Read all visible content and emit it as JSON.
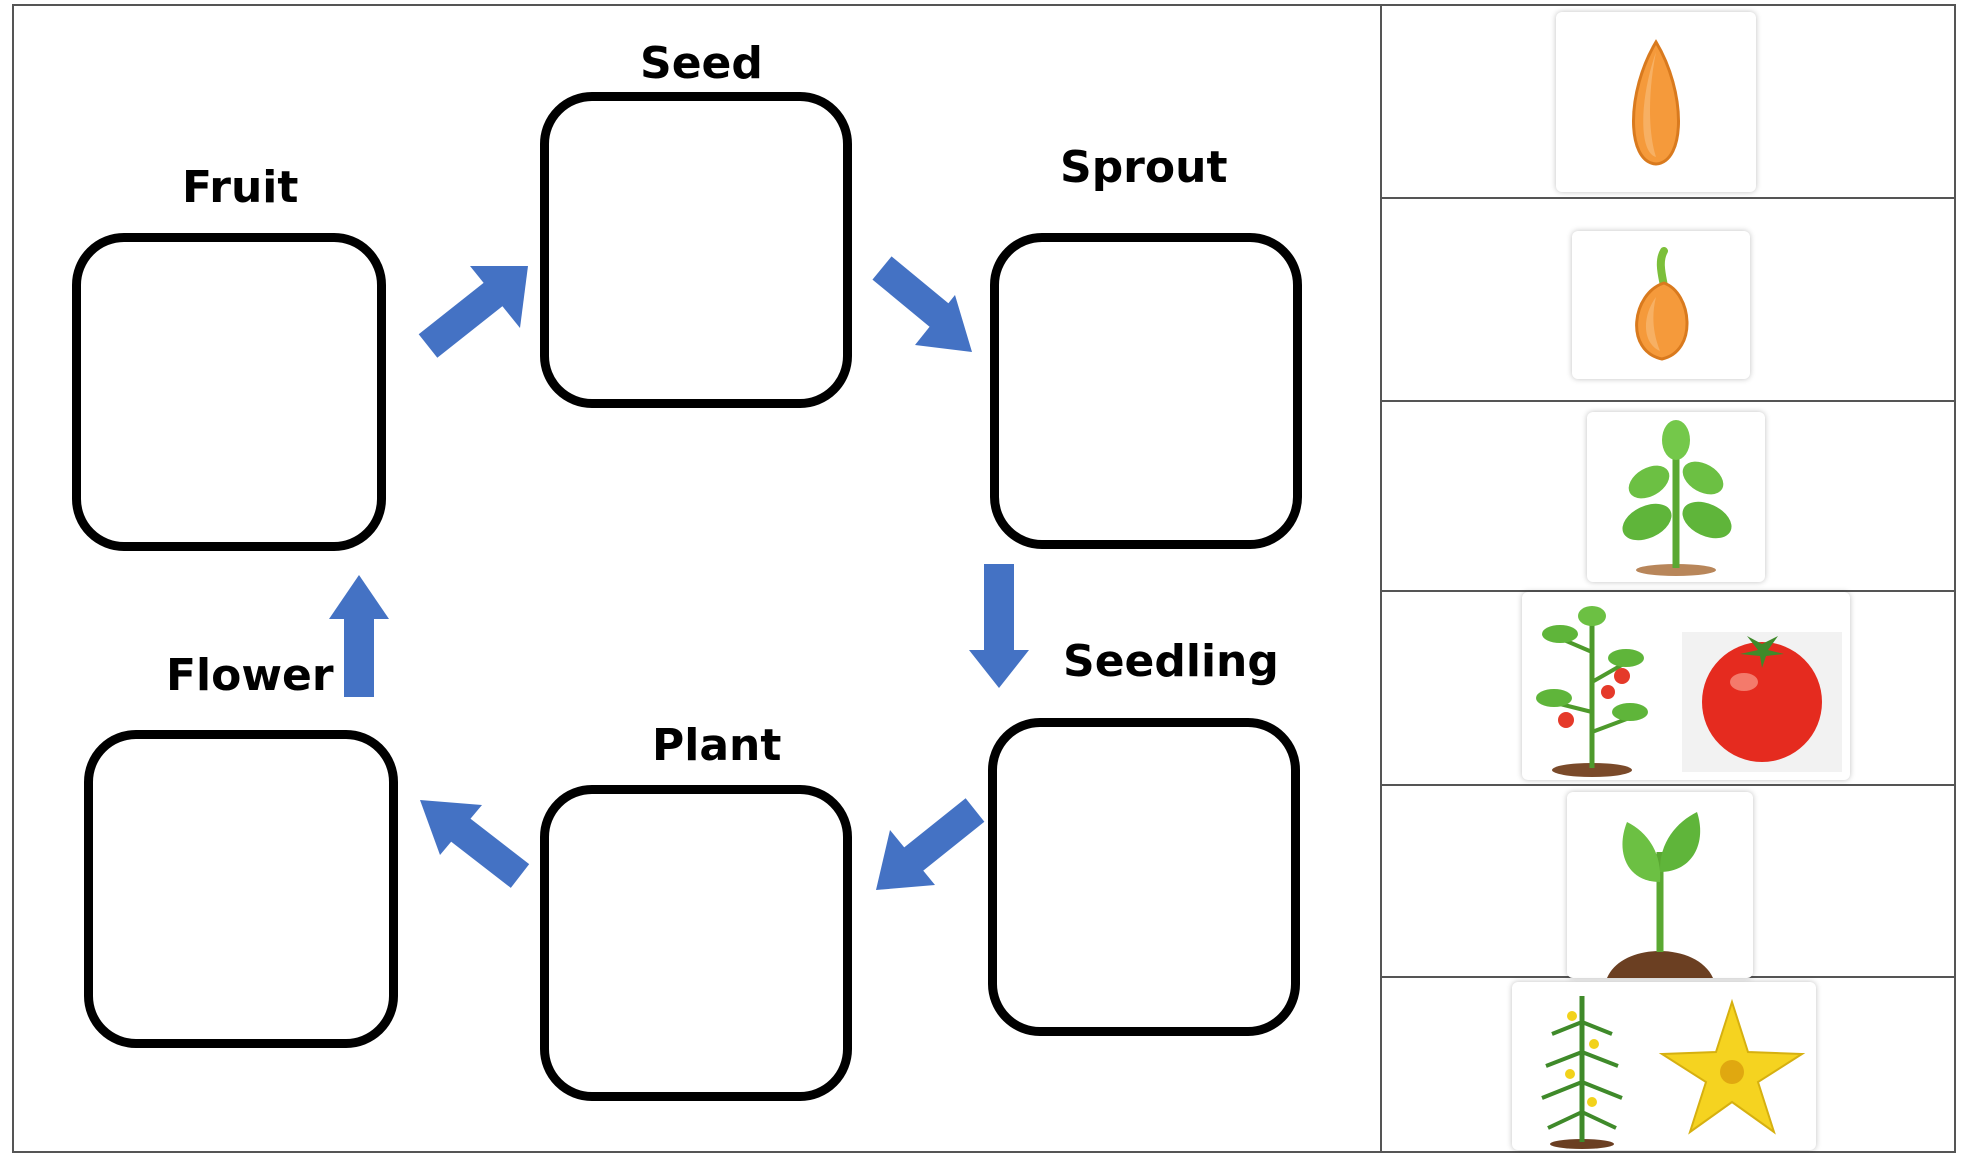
{
  "cycle": {
    "stages": [
      {
        "id": "seed",
        "label": "Seed"
      },
      {
        "id": "sprout",
        "label": "Sprout"
      },
      {
        "id": "seedling",
        "label": "Seedling"
      },
      {
        "id": "plant",
        "label": "Plant"
      },
      {
        "id": "flower",
        "label": "Flower"
      },
      {
        "id": "fruit",
        "label": "Fruit"
      }
    ],
    "arrow_color": "#4472C4",
    "box_border_color": "#000000"
  },
  "picture_cards": [
    {
      "icon": "seed-icon"
    },
    {
      "icon": "sprouting-seed-icon"
    },
    {
      "icon": "leafy-plant-icon"
    },
    {
      "icon": "tomato-plant-and-fruit-icon"
    },
    {
      "icon": "seedling-icon"
    },
    {
      "icon": "flowering-plant-and-flower-icon"
    }
  ]
}
